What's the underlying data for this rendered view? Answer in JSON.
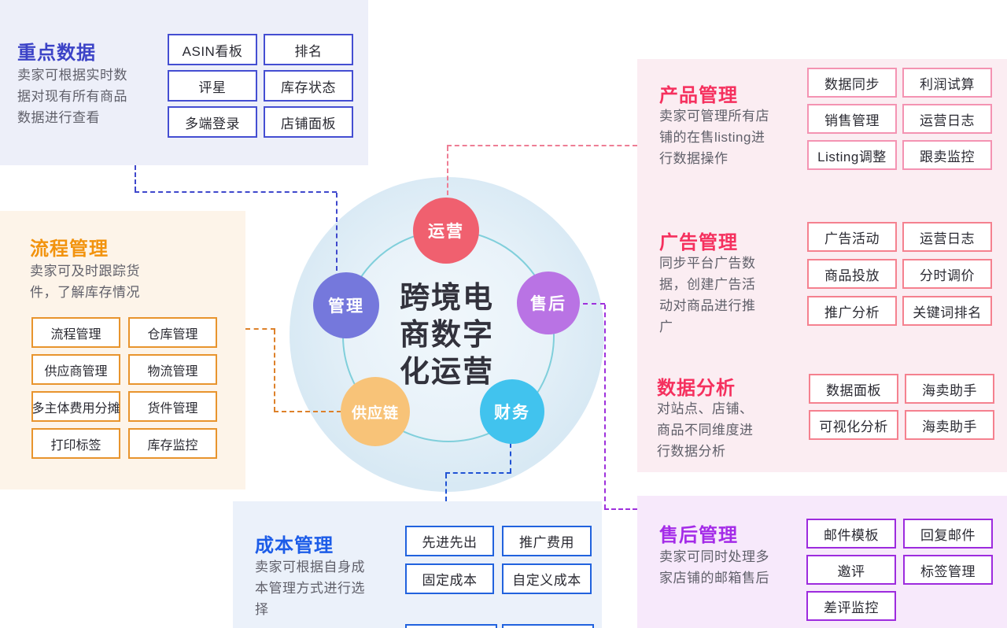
{
  "center": {
    "title_lines": [
      "跨境电",
      "商数字",
      "化运营"
    ],
    "nodes": {
      "yunying": {
        "label": "运营",
        "color": "#F0606F"
      },
      "guanli": {
        "label": "管理",
        "color": "#7578DC"
      },
      "shouhou": {
        "label": "售后",
        "color": "#B973E4"
      },
      "gongyinglian": {
        "label": "供应链",
        "color": "#F8C378"
      },
      "caiwu": {
        "label": "财务",
        "color": "#41C3EE"
      }
    },
    "ring_color": "#80CFDB",
    "circle_color": "#D8E9F4"
  },
  "sections": {
    "key_data": {
      "title": "重点数据",
      "accent": "#3C43C7",
      "panel_bg": "#EDEFF9",
      "desc_lines": [
        "卖家可根据实时数",
        "据对现有所有商品",
        "数据进行查看"
      ],
      "items": [
        "ASIN看板",
        "排名",
        "评星",
        "库存状态",
        "多端登录",
        "店铺面板"
      ]
    },
    "process": {
      "title": "流程管理",
      "accent": "#F2930E",
      "panel_bg": "#FDF4E9",
      "desc_lines": [
        "卖家可及时跟踪货",
        "件，了解库存情况"
      ],
      "items": [
        "流程管理",
        "仓库管理",
        "供应商管理",
        "物流管理",
        "多主体费用分摊",
        "货件管理",
        "打印标签",
        "库存监控"
      ]
    },
    "product": {
      "title": "产品管理",
      "accent": "#F5305E",
      "panel_bg": "#FBEDF2",
      "desc_lines": [
        "卖家可管理所有店",
        "铺的在售listing进",
        "行数据操作"
      ],
      "items": [
        "数据同步",
        "利润试算",
        "销售管理",
        "运营日志",
        "Listing调整",
        "跟卖监控"
      ]
    },
    "ads": {
      "title": "广告管理",
      "accent": "#F5305E",
      "panel_bg": "#FBEDF2",
      "desc_lines": [
        "同步平台广告数",
        "据，创建广告活",
        "动对商品进行推",
        "广"
      ],
      "items": [
        "广告活动",
        "运营日志",
        "商品投放",
        "分时调价",
        "推广分析",
        "关键词排名"
      ]
    },
    "analysis": {
      "title": "数据分析",
      "accent": "#F5305E",
      "panel_bg": "#FBEDF2",
      "desc_lines": [
        "对站点、店铺、",
        "商品不同维度进",
        "行数据分析"
      ],
      "items": [
        "数据面板",
        "海卖助手",
        "可视化分析",
        "海卖助手"
      ]
    },
    "cost": {
      "title": "成本管理",
      "accent": "#1C5CE8",
      "panel_bg": "#EBF1FA",
      "desc_lines": [
        "卖家可根据自身成",
        "本管理方式进行选",
        "择"
      ],
      "items": [
        "先进先出",
        "推广费用",
        "固定成本",
        "自定义成本"
      ]
    },
    "aftersale": {
      "title": "售后管理",
      "accent": "#A42BE8",
      "panel_bg": "#F7E9FB",
      "desc_lines": [
        "卖家可同时处理多",
        "家店铺的邮箱售后"
      ],
      "items": [
        "邮件模板",
        "回复邮件",
        "邀评",
        "标签管理",
        "差评监控"
      ]
    }
  }
}
